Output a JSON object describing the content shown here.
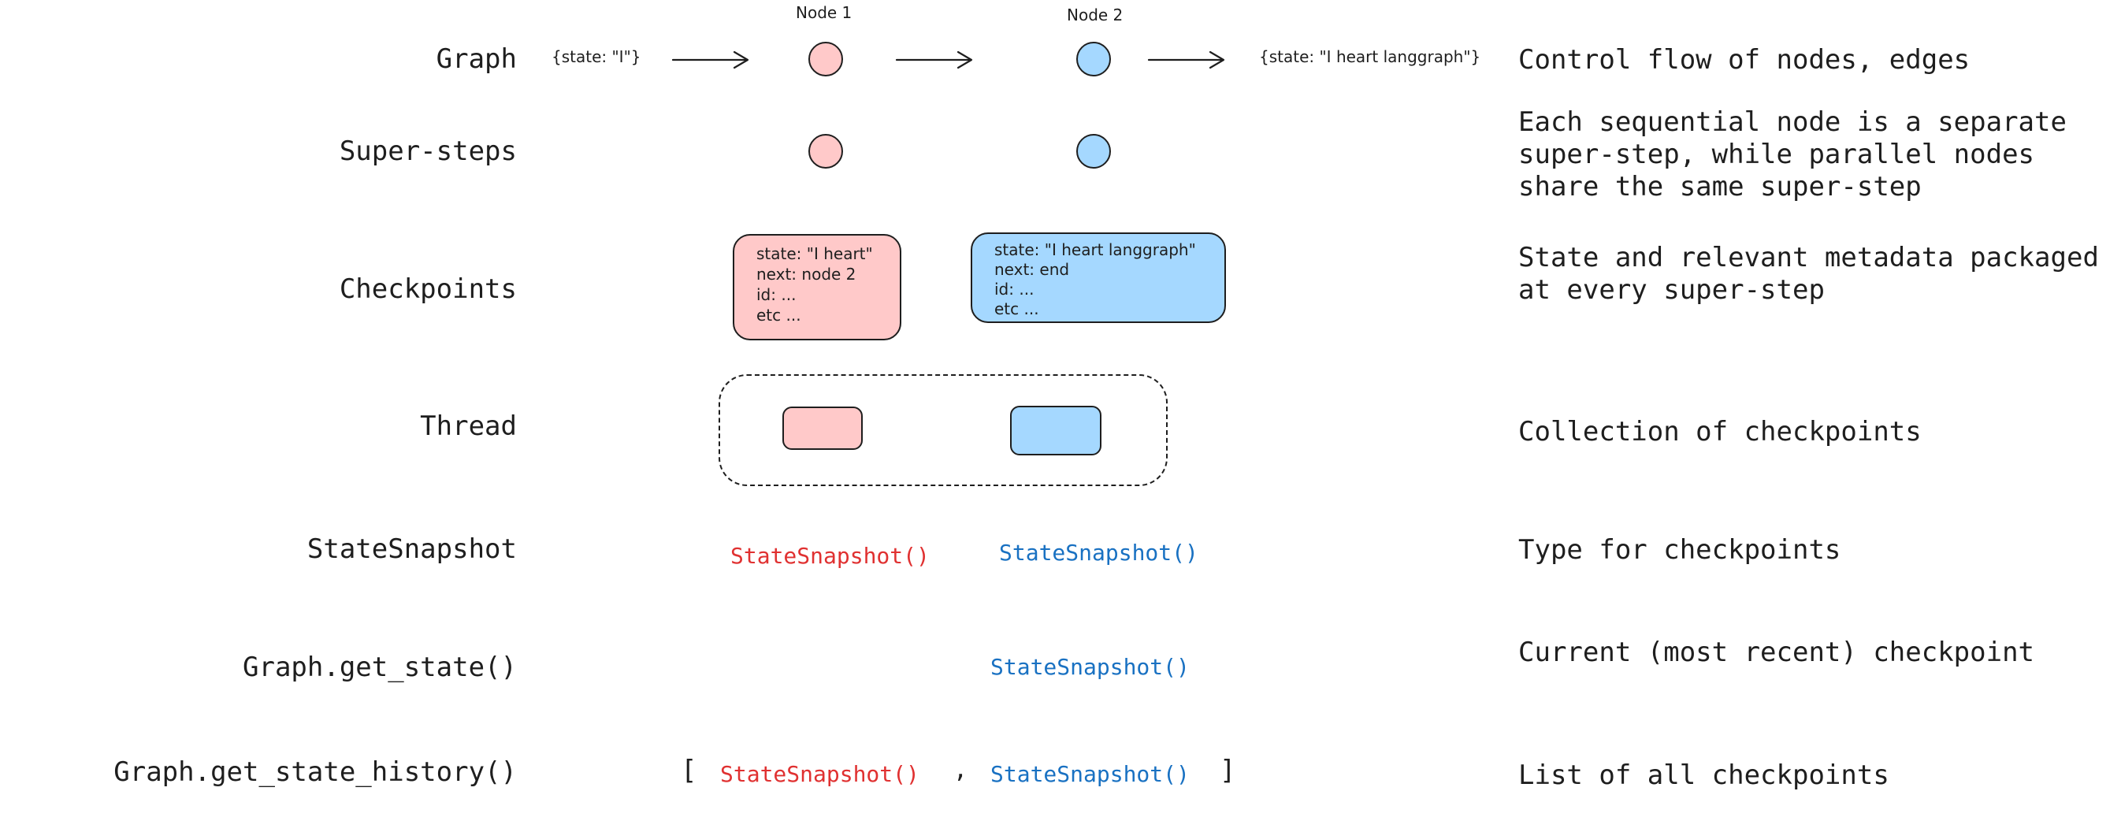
{
  "rows": [
    {
      "label": "Graph",
      "description": [
        "Control flow of nodes, edges"
      ]
    },
    {
      "label": "Super-steps",
      "description": [
        "Each sequential node is a separate",
        "super-step, while parallel nodes",
        "share the same super-step"
      ]
    },
    {
      "label": "Checkpoints",
      "description": [
        "State and relevant metadata packaged",
        "at every super-step"
      ]
    },
    {
      "label": "Thread",
      "description": [
        "Collection of checkpoints"
      ]
    },
    {
      "label": "StateSnapshot",
      "description": [
        "Type for checkpoints"
      ]
    },
    {
      "label": "Graph.get_state()",
      "description": [
        "Current (most recent) checkpoint"
      ]
    },
    {
      "label": "Graph.get_state_history()",
      "description": [
        "List of all checkpoints"
      ]
    }
  ],
  "graph": {
    "input_state": "{state: \"I\"}",
    "output_state": "{state: \"I heart langgraph\"}",
    "node1_label": "Node 1",
    "node2_label": "Node 2"
  },
  "checkpoints": {
    "node1": [
      "state: \"I heart\"",
      "next: node 2",
      "id: ...",
      "etc ..."
    ],
    "node2": [
      "state: \"I heart langgraph\"",
      "next: end",
      "id: ...",
      "etc ..."
    ]
  },
  "snapshot": {
    "name": "StateSnapshot()",
    "open_bracket": "[",
    "separator": ",",
    "close_bracket": "]"
  },
  "colors": {
    "node1_fill": "#ffc9c9",
    "node2_fill": "#a5d8ff",
    "node1_text": "#e03131",
    "node2_text": "#1971c2",
    "stroke": "#1e1e1e"
  }
}
